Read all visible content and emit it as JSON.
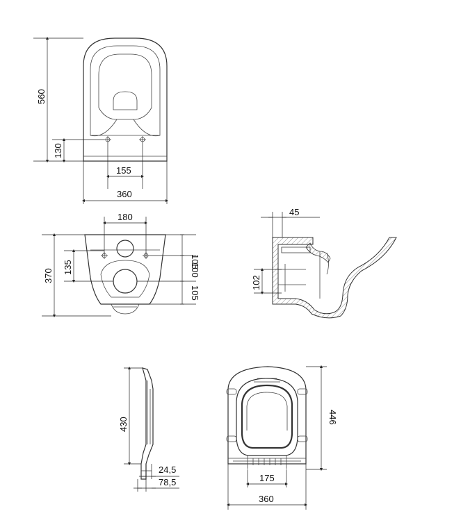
{
  "dimensions": {
    "top_view": {
      "height": "560",
      "hole_offset": "130",
      "hole_spacing": "155",
      "width": "360"
    },
    "front_view": {
      "top_spacing": "180",
      "total_height": "370",
      "inner_height": "135",
      "upper_gap": "105",
      "middle_gap": "100",
      "lower_gap": "105"
    },
    "side_section": {
      "top_offset": "45",
      "pipe_height": "102"
    },
    "seat_side": {
      "height": "430",
      "inner_thickness": "24,5",
      "outer_thickness": "78,5"
    },
    "seat_top": {
      "depth": "446",
      "hinge_spacing": "175",
      "width": "360"
    }
  },
  "colors": {
    "line": "#333333",
    "hatch": "#666666",
    "background": "#ffffff"
  }
}
